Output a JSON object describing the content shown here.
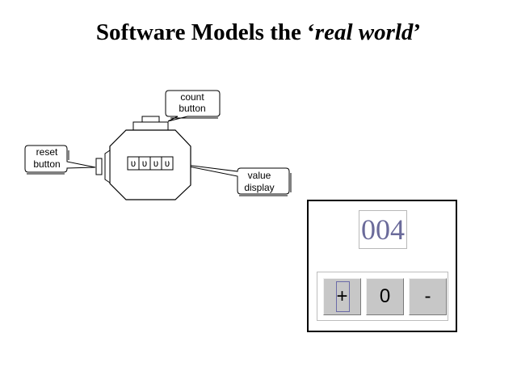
{
  "slide": {
    "title_prefix": "Software Models the ‘",
    "title_emphasis": "real world",
    "title_suffix": "’"
  },
  "device_diagram": {
    "callouts": {
      "count_button": [
        "count",
        "button"
      ],
      "reset_button": [
        "reset",
        "button"
      ],
      "value_display": [
        "value",
        "display"
      ]
    },
    "digit_cells": [
      "ʋ",
      "ʋ",
      "ʋ",
      "ʋ"
    ]
  },
  "counter_app": {
    "display_value": "004",
    "buttons": {
      "increment_label": "+",
      "reset_label": "0",
      "decrement_label": "-"
    }
  }
}
